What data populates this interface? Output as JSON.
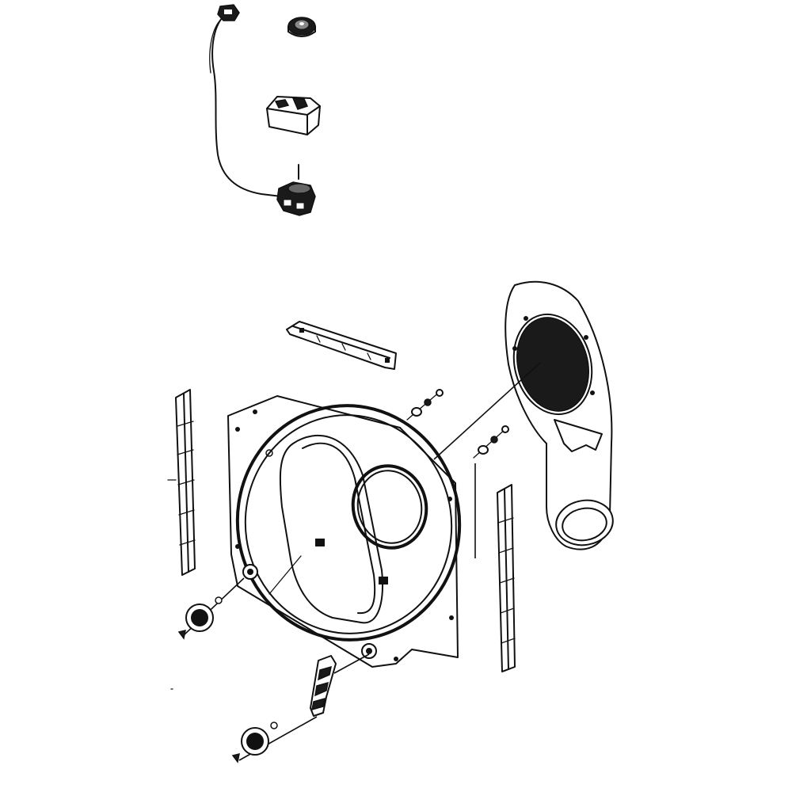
{
  "diagram": {
    "parts": [
      {
        "id": "wire-harness",
        "icon": "wire-harness-icon"
      },
      {
        "id": "gear-cap",
        "icon": "gear-icon"
      },
      {
        "id": "sensor-cover",
        "icon": "cover-icon"
      },
      {
        "id": "sensor-connector",
        "icon": "connector-icon"
      },
      {
        "id": "top-bracket",
        "icon": "bracket-icon"
      },
      {
        "id": "left-baffle",
        "icon": "baffle-icon"
      },
      {
        "id": "right-baffle",
        "icon": "baffle-icon"
      },
      {
        "id": "rear-panel",
        "icon": "panel-icon"
      },
      {
        "id": "blower-housing",
        "icon": "housing-icon"
      },
      {
        "id": "drum-roller-left",
        "icon": "roller-icon"
      },
      {
        "id": "drum-roller-bottom",
        "icon": "roller-icon"
      },
      {
        "id": "spring",
        "icon": "spring-icon"
      },
      {
        "id": "hardware-nuts",
        "icon": "nut-icon"
      }
    ]
  }
}
